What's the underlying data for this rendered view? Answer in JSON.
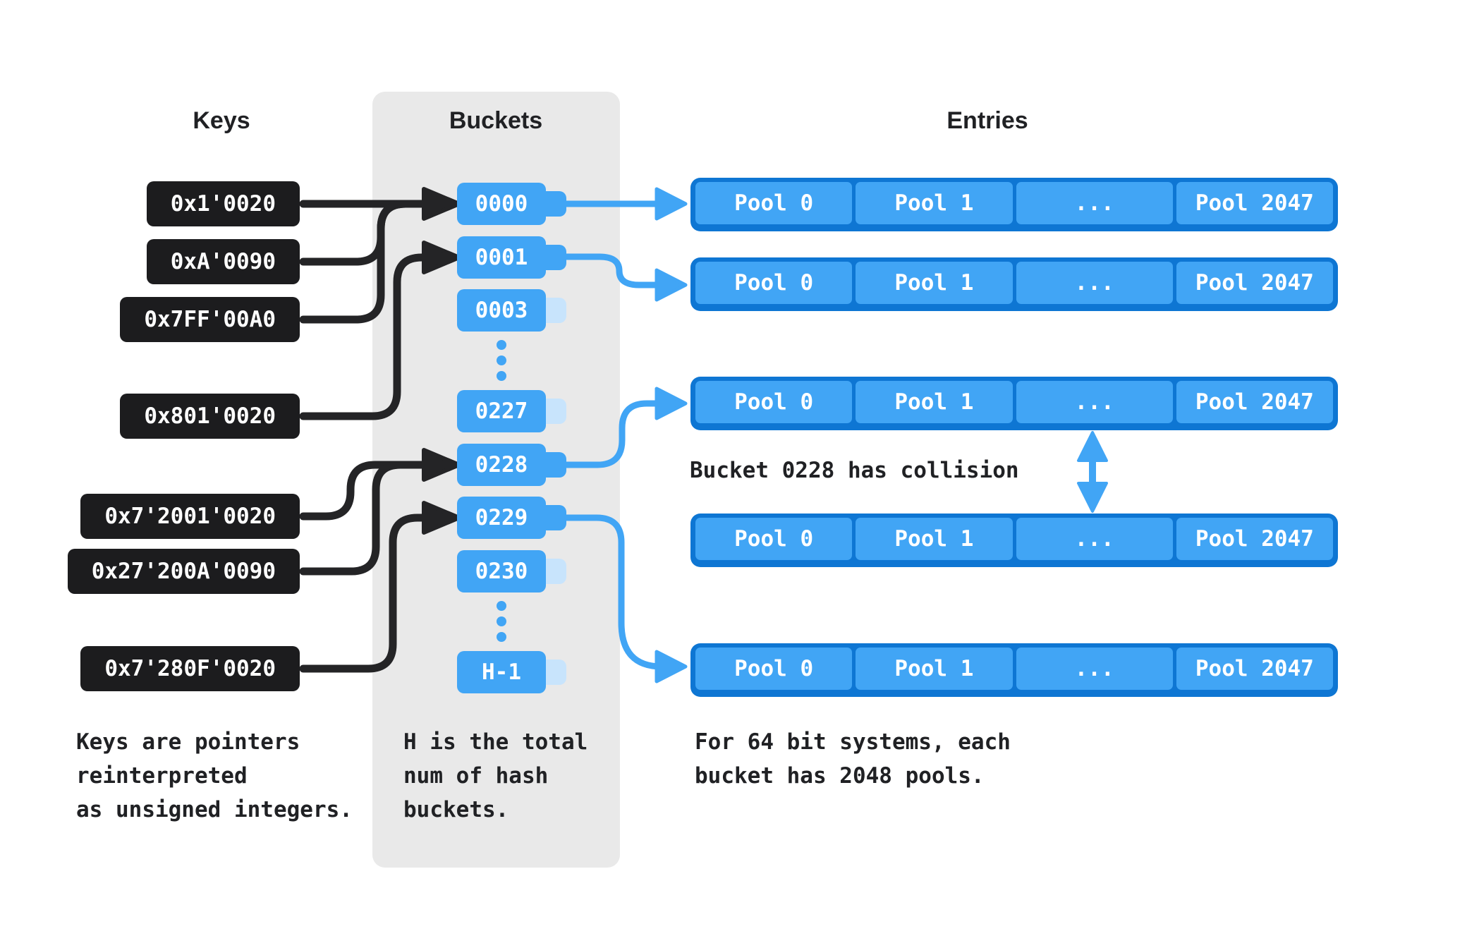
{
  "headers": {
    "keys": "Keys",
    "buckets": "Buckets",
    "entries": "Entries"
  },
  "keys": [
    {
      "label": "0x1'0020"
    },
    {
      "label": "0xA'0090"
    },
    {
      "label": "0x7FF'00A0"
    },
    {
      "label": "0x801'0020"
    },
    {
      "label": "0x7'2001'0020"
    },
    {
      "label": "0x27'200A'0090"
    },
    {
      "label": "0x7'280F'0020"
    }
  ],
  "buckets": [
    {
      "label": "0000",
      "connected": true
    },
    {
      "label": "0001",
      "connected": true
    },
    {
      "label": "0003",
      "connected": false
    },
    {
      "label": "0227",
      "connected": false
    },
    {
      "label": "0228",
      "connected": true
    },
    {
      "label": "0229",
      "connected": true
    },
    {
      "label": "0230",
      "connected": false
    },
    {
      "label": "H-1",
      "connected": false
    }
  ],
  "entries": {
    "cells": [
      "Pool 0",
      "Pool 1",
      "...",
      "Pool 2047"
    ],
    "row_count": 5
  },
  "connections": {
    "key_to_bucket": {
      "0x1'0020": "0000",
      "0xA'0090": "0000",
      "0x7FF'00A0": "0000",
      "0x801'0020": "0001",
      "0x7'2001'0020": "0228",
      "0x27'200A'0090": "0228",
      "0x7'280F'0020": "0229"
    },
    "bucket_to_entry_row": {
      "0000": 1,
      "0001": 2,
      "0228": 3,
      "0229": 5
    },
    "collision_linked_rows": [
      3,
      4
    ]
  },
  "notes": {
    "keys_note": [
      "Keys are pointers",
      "reinterpreted",
      "as unsigned integers."
    ],
    "buckets_note": [
      "H is the total",
      "num of hash",
      "buckets."
    ],
    "entries_note": [
      "For 64 bit systems, each",
      "bucket has 2048 pools."
    ],
    "collision_note": "Bucket 0228 has collision"
  },
  "colors": {
    "blue": "#41A5F5",
    "blue_dark": "#0E76D3",
    "blue_light": "#C8E4FC",
    "black_box": "#1C1C1E",
    "arrow_black": "#242426",
    "panel_gray": "#E9E9E9",
    "text_dark": "#202124"
  }
}
